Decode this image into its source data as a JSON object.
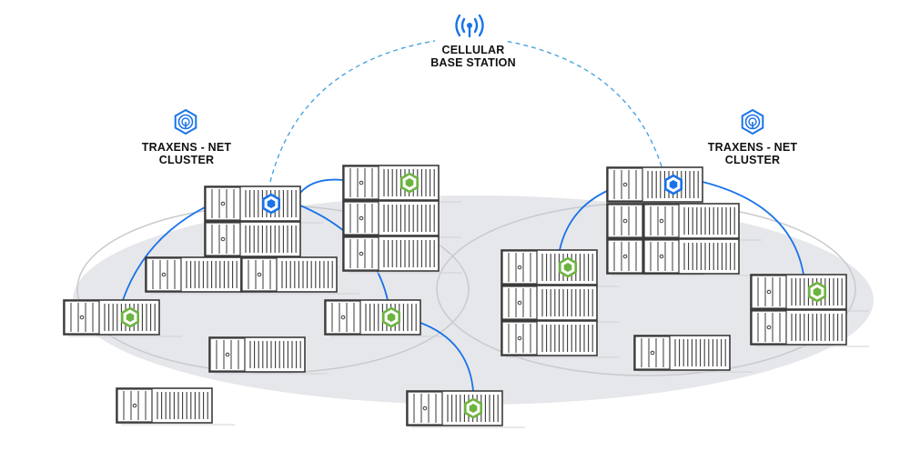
{
  "base_station": {
    "label_line1": "CELLULAR",
    "label_line2": "BASE STATION",
    "icon": "antenna-signal-icon"
  },
  "clusters": [
    {
      "label_line1": "TRAXENS - NET",
      "label_line2": "CLUSTER",
      "icon": "hexagon-network-icon"
    },
    {
      "label_line1": "TRAXENS - NET",
      "label_line2": "CLUSTER",
      "icon": "hexagon-network-icon"
    }
  ],
  "colors": {
    "accent_blue": "#1a73e8",
    "node_green": "#6db33f",
    "ground_gray": "#e6e7ea",
    "container_stroke": "#3a3a3a",
    "text": "#111111"
  }
}
